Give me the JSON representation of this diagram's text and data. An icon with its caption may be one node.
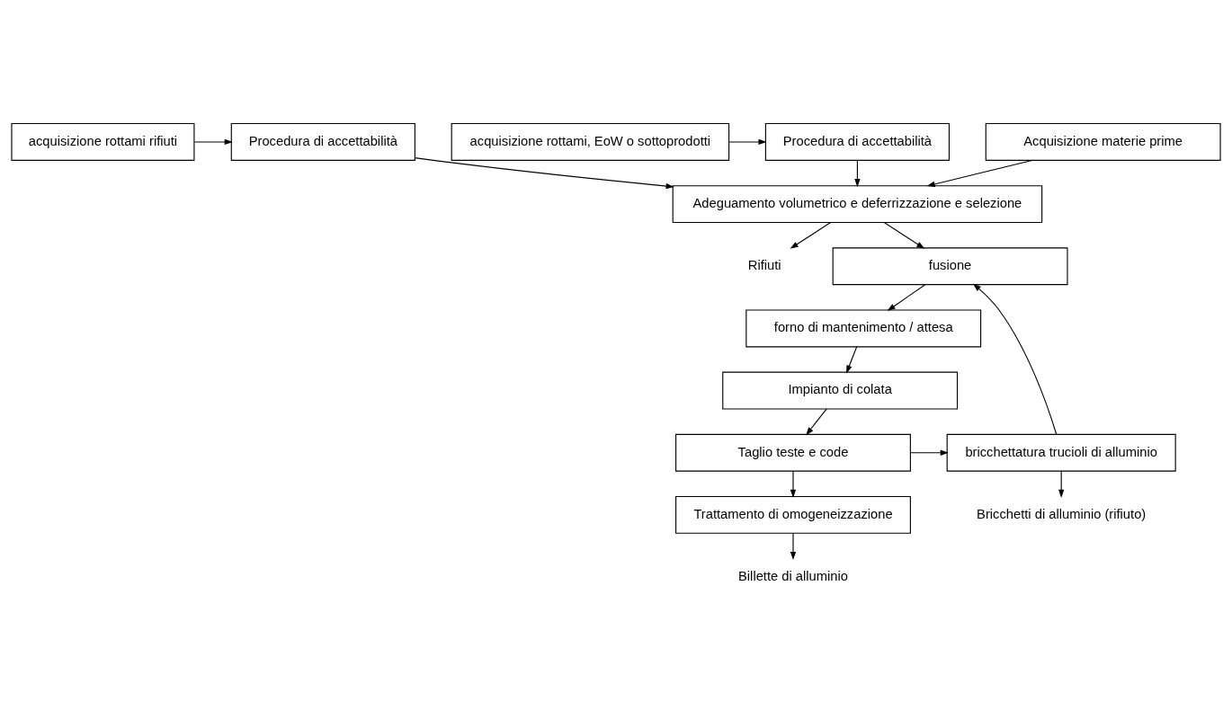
{
  "diagram": {
    "nodes": [
      {
        "text": [
          "acquisizione rottami rifiuti"
        ]
      },
      {
        "text": [
          "Procedura di accettabilità"
        ]
      },
      {
        "text": [
          "acquisizione rottami, EoW o sottoprodotti"
        ]
      },
      {
        "text": [
          "Procedura di accettabilità"
        ]
      },
      {
        "text": [
          "Acquisizione materie prime"
        ]
      },
      {
        "text": [
          "Adeguamento volumetrico e deferrizzazione e selezione"
        ]
      },
      {
        "text": [
          "Rifiuti"
        ]
      },
      {
        "text": [
          "fusione"
        ]
      },
      {
        "text": [
          "forno di mantenimento / attesa"
        ]
      },
      {
        "text": [
          "Impianto di colata"
        ]
      },
      {
        "text": [
          "Taglio teste e code"
        ]
      },
      {
        "text": [
          "bricchettatura trucioli di alluminio"
        ]
      },
      {
        "text": [
          "Bricchetti di alluminio (rifiuto)"
        ]
      },
      {
        "text": [
          "Trattamento di omogeneizzazione"
        ]
      },
      {
        "text": [
          "Billette di alluminio"
        ]
      }
    ],
    "edges": [
      {
        "from": 0,
        "to": 1,
        "arrow": "to"
      },
      {
        "from": 2,
        "to": 3,
        "arrow": "to"
      },
      {
        "from": 1,
        "to": 5,
        "arrow": "to"
      },
      {
        "from": 3,
        "to": 5,
        "arrow": "to"
      },
      {
        "from": 4,
        "to": 5,
        "arrow": "to"
      },
      {
        "from": 5,
        "to": 6,
        "arrow": "to"
      },
      {
        "from": 5,
        "to": 7,
        "arrow": "to"
      },
      {
        "from": 7,
        "to": 8,
        "arrow": "to"
      },
      {
        "from": 8,
        "to": 9,
        "arrow": "to"
      },
      {
        "from": 9,
        "to": 10,
        "arrow": "to"
      },
      {
        "from": 10,
        "to": 11,
        "arrow": "to"
      },
      {
        "from": 11,
        "to": 7,
        "arrow": "to"
      },
      {
        "from": 11,
        "to": 12,
        "arrow": "to"
      },
      {
        "from": 10,
        "to": 13,
        "arrow": "to"
      },
      {
        "from": 13,
        "to": 14,
        "arrow": "to"
      }
    ]
  }
}
